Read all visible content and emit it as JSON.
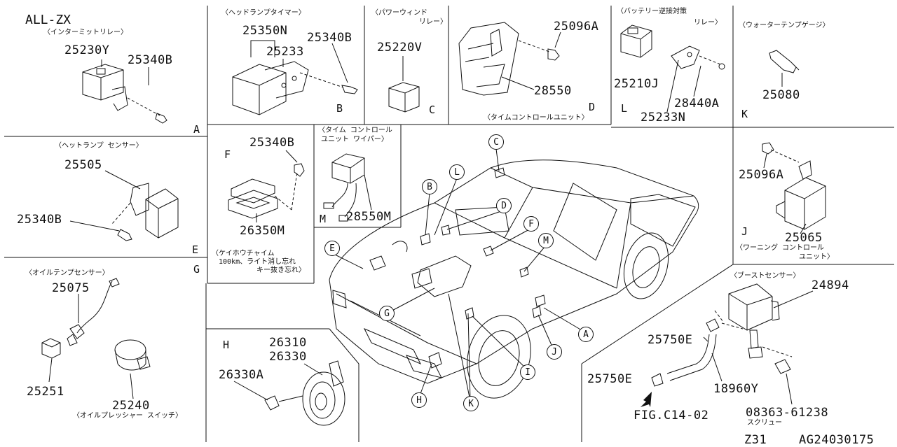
{
  "header": {
    "model": "ALL-ZX"
  },
  "footer": {
    "model_code": "Z31",
    "illustration_no": "AG24030175"
  },
  "fig_ref": "FIG.C14-02",
  "sections": {
    "A": {
      "letter": "A",
      "caption": "〈インターミットリレー〉",
      "part1": "25230Y",
      "part2": "25340B"
    },
    "B": {
      "letter": "B",
      "caption": "〈ヘッドランプタイマー〉",
      "part1": "25350N",
      "part2": "25233",
      "part3": "25340B"
    },
    "C": {
      "letter": "C",
      "caption1": "〈パワーウィンド",
      "caption2": "リレー〉",
      "part1": "25220V"
    },
    "D": {
      "letter": "D",
      "caption": "〈タイムコントロールユニット〉",
      "part1": "25096A",
      "part2": "28550"
    },
    "L": {
      "letter": "L",
      "caption1": "〈バッテリー逆接対策",
      "caption2": "リレー〉",
      "part1": "25210J",
      "part2": "28440A",
      "part3": "25233N"
    },
    "K": {
      "letter": "K",
      "caption": "〈ウォーターテンプゲージ〉",
      "part1": "25080"
    },
    "E": {
      "letter": "E",
      "caption": "〈ヘットランプ センサー〉",
      "part1": "25505",
      "part2": "25340B"
    },
    "F": {
      "letter": "F",
      "part1": "25340B",
      "part2": "26350M",
      "caption1": "〈ケイホウチャイム",
      "caption2": "100km、ライト消し忘れ",
      "caption3": "キー抜き忘れ〉"
    },
    "M": {
      "letter": "M",
      "caption1": "〈タイム コントロール",
      "caption2": "ユニット ワイパー〉",
      "part1": "28550M"
    },
    "J": {
      "letter": "J",
      "part1": "25096A",
      "part2": "25065",
      "caption1": "〈ワーニング コントロール",
      "caption2": "ユニット〉"
    },
    "G": {
      "letter": "G",
      "caption": "〈オイルテンプセンサー〉",
      "part1": "25075",
      "part2": "25251",
      "part3": "25240",
      "caption2": "〈オイルプレッシャー スイッチ〉"
    },
    "H": {
      "letter": "H",
      "part1": "26310",
      "part2": "26330",
      "part3": "26330A"
    },
    "boost": {
      "caption": "〈ブーストセンサー〉",
      "part1": "24894",
      "part2": "25750E",
      "part3": "25750E",
      "part4": "18960Y",
      "part5": "08363-61238",
      "part6": "スクリュー"
    }
  },
  "callouts": [
    "A",
    "B",
    "C",
    "D",
    "E",
    "F",
    "G",
    "H",
    "I",
    "J",
    "K",
    "L",
    "M"
  ]
}
